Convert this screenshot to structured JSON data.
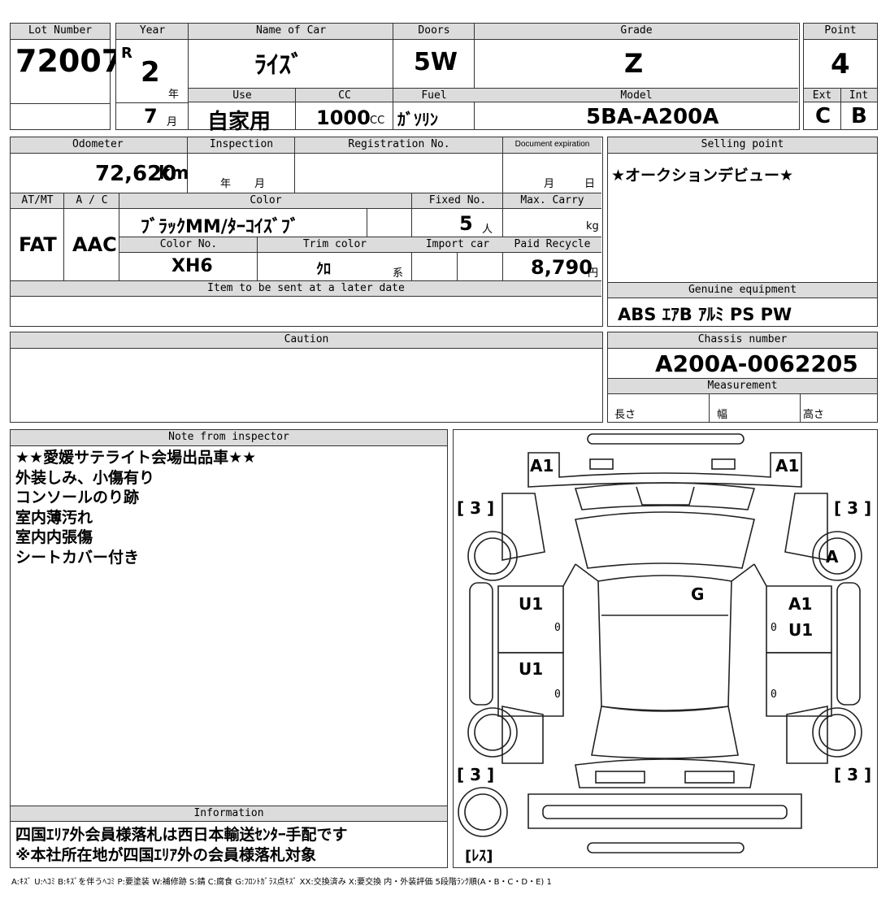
{
  "labels": {
    "lot_number": "Lot Number",
    "year": "Year",
    "name_of_car": "Name of Car",
    "doors": "Doors",
    "grade": "Grade",
    "point": "Point",
    "use": "Use",
    "cc": "CC",
    "fuel": "Fuel",
    "model": "Model",
    "ext": "Ext",
    "int": "Int",
    "odometer": "Odometer",
    "inspection": "Inspection",
    "registration_no": "Registration No.",
    "document_expiration": "Document expiration",
    "selling_point": "Selling point",
    "atmt": "AT/MT",
    "ac": "A / C",
    "color": "Color",
    "fixed_no": "Fixed No.",
    "max_carry": "Max. Carry",
    "color_no": "Color No.",
    "trim_color": "Trim color",
    "import_car": "Import car",
    "paid_recycle": "Paid Recycle",
    "later_items": "Item to be sent at a later date",
    "genuine_equipment": "Genuine equipment",
    "caution": "Caution",
    "chassis_number": "Chassis number",
    "measurement": "Measurement",
    "note_from_inspector": "Note from inspector",
    "information": "Information"
  },
  "units": {
    "year": "年",
    "month": "月",
    "cc": "CC",
    "km": "km",
    "day": "日",
    "persons": "人",
    "kg": "kg",
    "yen": "円",
    "trim_suffix": "系",
    "length": "長さ",
    "width": "幅",
    "height": "高さ"
  },
  "values": {
    "lot_number": "72007",
    "era": "R",
    "year": "2",
    "month": "7",
    "name_of_car": "ﾗｲｽﾞ",
    "doors": "5W",
    "grade": "Z",
    "point": "4",
    "use": "自家用",
    "cc": "1000",
    "fuel": "ｶﾞｿﾘﾝ",
    "model": "5BA-A200A",
    "ext": "C",
    "int": "B",
    "odometer": "72,620",
    "selling_point": "★オークションデビュー★",
    "atmt": "FAT",
    "ac": "AAC",
    "color": "ﾌﾞﾗｯｸMM/ﾀｰｺｲｽﾞﾌﾞ",
    "fixed_no": "5",
    "color_no": "XH6",
    "trim_color": "ｸﾛ",
    "paid_recycle": "8,790",
    "genuine_equipment": "ABS ｴｱB ｱﾙﾐ PS PW",
    "chassis_number": "A200A-0062205"
  },
  "notes": [
    "★★愛媛サテライト会場出品車★★",
    "外装しみ、小傷有り",
    "コンソールのり跡",
    "室内薄汚れ",
    "室内内張傷",
    "シートカバー付き"
  ],
  "information": [
    "四国ｴﾘｱ外会員様落札は西日本輸送ｾﾝﾀｰ手配です",
    "※本社所在地が四国ｴﾘｱ外の会員様落札対象"
  ],
  "diagram": {
    "front_left": "A1",
    "front_right": "A1",
    "bracket_tl": "[ 3 ]",
    "bracket_tr": "[ 3 ]",
    "bracket_bl": "[ 3 ]",
    "bracket_br": "[ 3 ]",
    "wheel_fr": "A",
    "windshield": "G",
    "left_front_door": "U1",
    "left_rear_door": "U1",
    "right_front_door_1": "A1",
    "right_front_door_2": "U1",
    "zero_1": "0",
    "zero_2": "0",
    "zero_3": "0",
    "zero_4": "0",
    "spare": "[ﾚｽ]"
  },
  "legend": "A:ｷｽﾞ U:ﾍｺﾐ B:ｷｽﾞを伴うﾍｺﾐ P:要塗装 W:補修跡 S:錆 C:腐食 G:ﾌﾛﾝﾄｶﾞﾗｽ点ｷｽﾞ XX:交換済み X:要交換  内・外装評価  5段階ﾗﾝｸ順(A・B・C・D・E) 1"
}
